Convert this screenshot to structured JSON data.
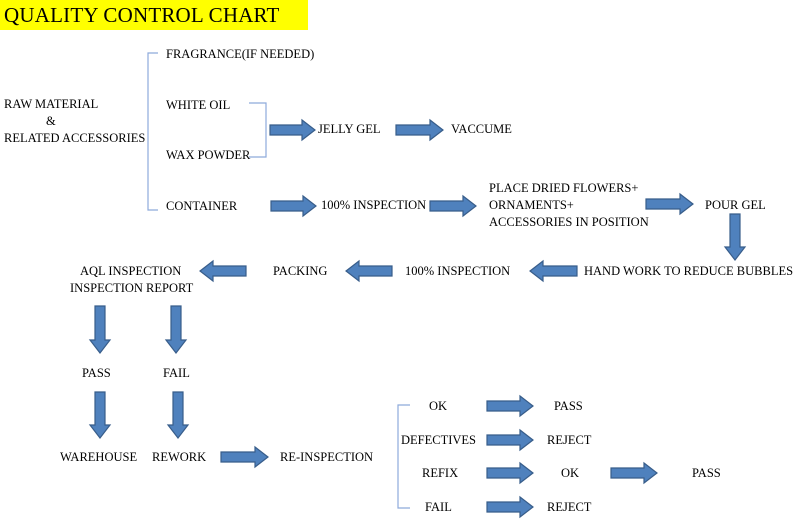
{
  "title": "QUALITY CONTROL CHART",
  "raw_material": {
    "line1": "RAW MATERIAL",
    "line2": "&",
    "line3": "RELATED ACCESSORIES"
  },
  "inputs": {
    "fragrance": "FRAGRANCE(IF NEEDED)",
    "white_oil": "WHITE OIL",
    "wax_powder": "WAX POWDER",
    "container": "CONTAINER"
  },
  "gel_line": {
    "jelly_gel": "JELLY GEL",
    "vaccume": "VACCUME"
  },
  "container_line": {
    "inspection": "100% INSPECTION",
    "place_1": "PLACE DRIED FLOWERS+",
    "place_2": "ORNAMENTS+",
    "place_3": "ACCESSORIES IN POSITION",
    "pour_gel": "POUR GEL"
  },
  "return_line": {
    "hand_work": "HAND WORK TO REDUCE BUBBLES",
    "inspection": "100% INSPECTION",
    "packing": "PACKING",
    "aql_1": "AQL INSPECTION",
    "aql_2": "INSPECTION REPORT"
  },
  "results": {
    "pass": "PASS",
    "fail": "FAIL",
    "warehouse": "WAREHOUSE",
    "rework": "REWORK",
    "re_inspection": "RE-INSPECTION"
  },
  "reinspection_outcomes": {
    "ok": "OK",
    "ok_result": "PASS",
    "defectives": "DEFECTIVES",
    "defectives_result": "REJECT",
    "refix": "REFIX",
    "refix_result": "OK",
    "refix_final": "PASS",
    "fail": "FAIL",
    "fail_result": "REJECT"
  },
  "colors": {
    "title_background": "#ffff00",
    "arrow_fill": "#4f81bd",
    "arrow_stroke": "#385d8a",
    "bracket": "#8eaadb"
  }
}
